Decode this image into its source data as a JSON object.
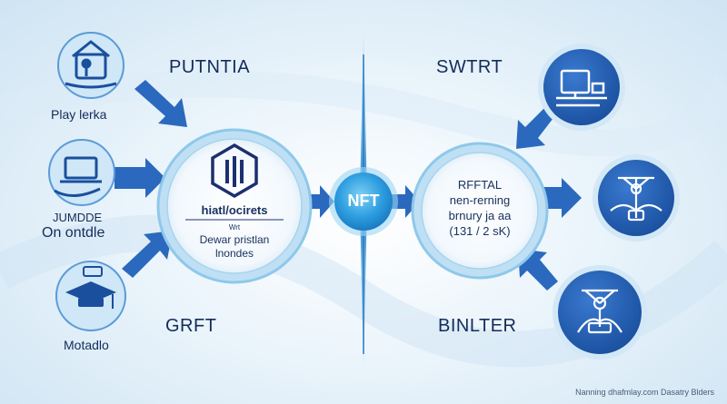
{
  "colors": {
    "primary": "#1f5fb0",
    "dark": "#14306a",
    "accent": "#2d8fd8",
    "light": "#e8f3fb"
  },
  "left_column": {
    "top_label": "Play lerka",
    "middle_label_line1": "JUMDDE",
    "middle_label_line2": "On ontdle",
    "bottom_label": "Motadlo",
    "top_heading": "PUTNTIA",
    "bottom_heading": "GRFT"
  },
  "center_left_node": {
    "title": "hiatl/ocirets",
    "tag": "Wrt",
    "line1": "Dewar pristlan",
    "line2": "lnondes"
  },
  "hub": {
    "label": "NFT"
  },
  "right_node": {
    "line1": "RFFTAL",
    "line2": "nen-rerning",
    "line3": "brnury ja aa",
    "line4": "(131 / 2 sK)"
  },
  "right_column": {
    "top_heading": "SWTRT",
    "bottom_heading": "BINLTER"
  },
  "footer": {
    "text": "Nanning dhafmlay.com Dasatry Blders"
  },
  "icons": [
    "house-person-icon",
    "laptop-hand-icon",
    "graduation-cap-icon",
    "monitor-desk-icon",
    "network-hands-icon",
    "person-network-icon",
    "hexagon-logo-icon"
  ]
}
